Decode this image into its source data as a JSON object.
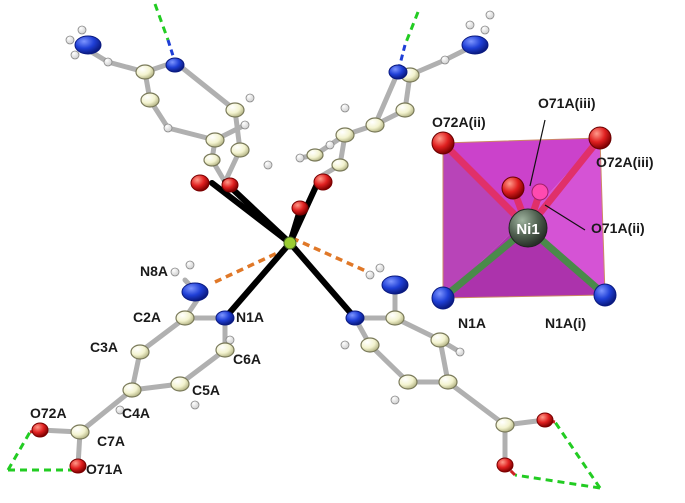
{
  "labels": {
    "n8a": "N8A",
    "c2a": "C2A",
    "n1a": "N1A",
    "c3a": "C3A",
    "c6a": "C6A",
    "c5a": "C5A",
    "c4a": "C4A",
    "o72a": "O72A",
    "c7a": "C7A",
    "o71a": "O71A"
  },
  "polyhedron_labels": {
    "ni1": "Ni1",
    "o72a_ii": "O72A(ii)",
    "o71a_iii": "O71A(iii)",
    "o72a_iii": "O72A(iii)",
    "o71a_ii": "O71A(ii)",
    "n1a": "N1A",
    "n1a_i": "N1A(i)"
  },
  "colors": {
    "nitrogen": "#1f3fd6",
    "oxygen": "#e02020",
    "carbon": "#f2f2cc",
    "nickel": "#556b55",
    "polyhedron": "#cc33cc",
    "hbond_orange": "#e07828",
    "contact_green": "#22cc22",
    "bond_black": "#000000"
  }
}
